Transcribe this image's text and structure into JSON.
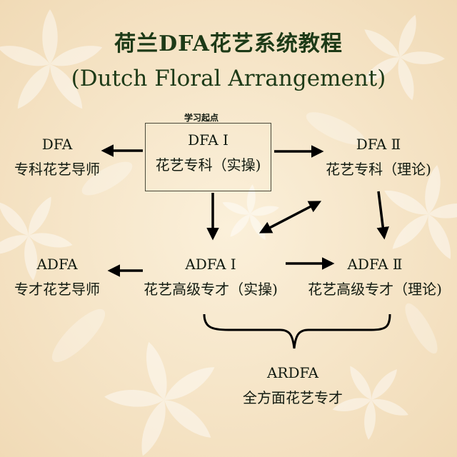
{
  "title": {
    "cn": "荷兰DFA花艺系统教程",
    "en": "(Dutch Floral Arrangement)"
  },
  "start_label": "学习起点",
  "nodes": {
    "dfa1": {
      "code": "DFA Ⅰ",
      "name": "花艺专科（实操)"
    },
    "dfa2": {
      "code": "DFA Ⅱ",
      "name": "花艺专科（理论)"
    },
    "dfa_teacher": {
      "code": "DFA",
      "name": "专科花艺导师"
    },
    "adfa1": {
      "code": "ADFA Ⅰ",
      "name": "花艺高级专才（实操)"
    },
    "adfa2": {
      "code": "ADFA Ⅱ",
      "name": "花艺高级专才（理论)"
    },
    "adfa_teacher": {
      "code": "ADFA",
      "name": "专才花艺导师"
    },
    "ardfa": {
      "code": "ARDFA",
      "name": "全方面花艺专才"
    }
  },
  "colors": {
    "background": "#f6e5c8",
    "title": "#1d3a17",
    "text": "#111a10",
    "arrow": "#000000"
  }
}
